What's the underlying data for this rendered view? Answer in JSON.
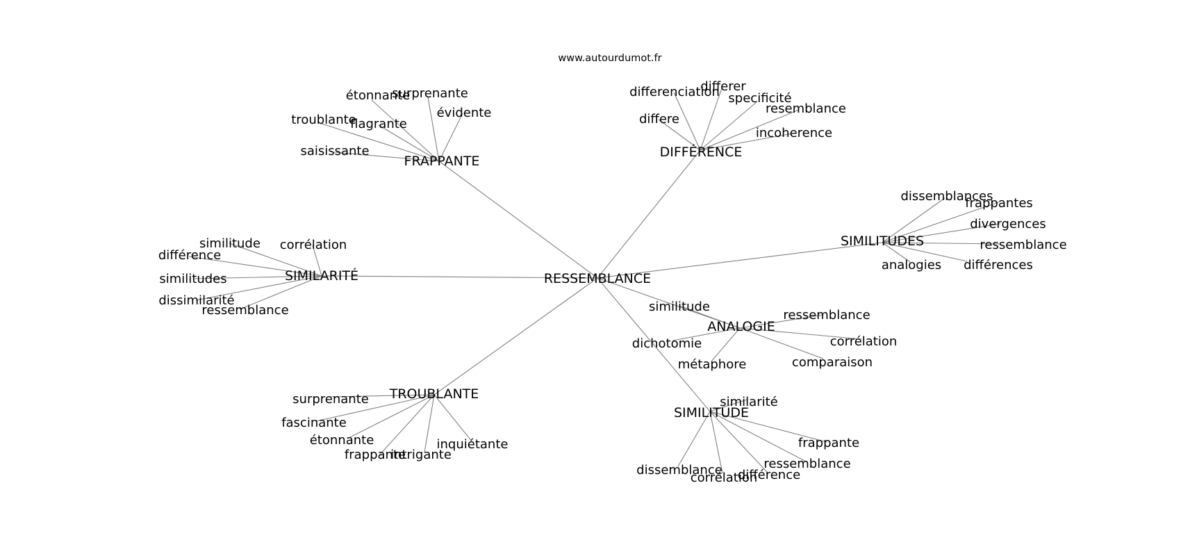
{
  "source": "www.autourdumot.fr",
  "graph": {
    "center": "RESSEMBLANCE",
    "hubs": [
      {
        "id": "frappante",
        "label": "FRAPPANTE",
        "leaves": [
          "étonnante",
          "surprenante",
          "évidente",
          "troublante",
          "flagrante",
          "saisissante"
        ]
      },
      {
        "id": "difference",
        "label": "DIFFÉRENCE",
        "leaves": [
          "differenciation",
          "differer",
          "specificité",
          "resemblance",
          "differe",
          "incoherence"
        ]
      },
      {
        "id": "similitudes",
        "label": "SIMILITUDES",
        "leaves": [
          "dissemblances",
          "frappantes",
          "divergences",
          "ressemblance",
          "analogies",
          "différences"
        ]
      },
      {
        "id": "similarite",
        "label": "SIMILARITÉ",
        "leaves": [
          "similitude",
          "corrélation",
          "différence",
          "similitudes",
          "dissimilarité",
          "ressemblance"
        ]
      },
      {
        "id": "analogie",
        "label": "ANALOGIE",
        "leaves": [
          "similitude",
          "ressemblance",
          "dichotomie",
          "corrélation",
          "métaphore",
          "comparaison"
        ]
      },
      {
        "id": "troublante",
        "label": "TROUBLANTE",
        "leaves": [
          "surprenante",
          "fascinante",
          "étonnante",
          "frappante",
          "intrigante",
          "inquiétante"
        ]
      },
      {
        "id": "similitude",
        "label": "SIMILITUDE",
        "leaves": [
          "similarité",
          "frappante",
          "ressemblance",
          "dissemblance",
          "corrélation",
          "différence"
        ]
      }
    ]
  }
}
